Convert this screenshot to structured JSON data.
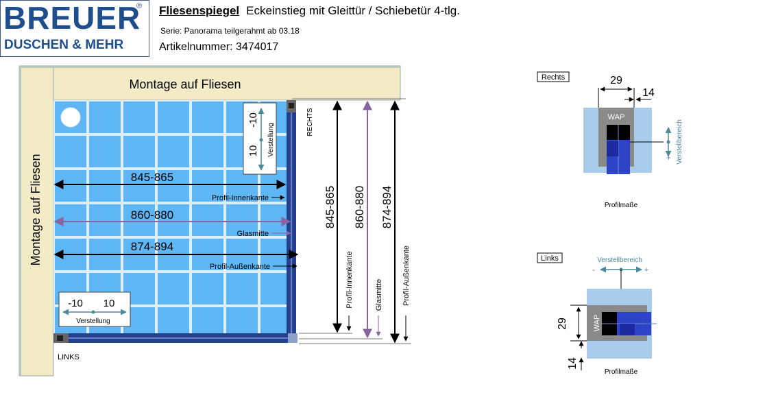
{
  "header": {
    "logo_main": "BREUER",
    "logo_reg": "®",
    "logo_sub": "DUSCHEN & MEHR",
    "title_bold": "Fliesenspiegel",
    "title_rest": "Eckeinstieg mit Gleittür / Schiebetür 4-tlg.",
    "serie": "Serie:  Panorama teilgerahmt ab 03.18",
    "artikel": "Artikelnummer:  3474017"
  },
  "plan": {
    "wall_top_label": "Montage auf Fliesen",
    "wall_left_label": "Montage auf Fliesen",
    "rechts_label": "RECHTS",
    "links_label": "LINKS",
    "verstellung_right": {
      "minus": "-10",
      "plus": "10",
      "label": "Verstellung"
    },
    "verstellung_left": {
      "minus": "-10",
      "plus": "10",
      "label": "Verstellung"
    },
    "horizontal_dims": [
      {
        "value": "845-865",
        "ref": "Profil-Innenkante"
      },
      {
        "value": "860-880",
        "ref": "Glasmitte"
      },
      {
        "value": "874-894",
        "ref": "Profil-Außenkante"
      }
    ],
    "vertical_dims": [
      {
        "value": "845-865",
        "ref": "Profil-Innenkante"
      },
      {
        "value": "860-880",
        "ref": "Glasmitte"
      },
      {
        "value": "874-894",
        "ref": "Profil-Außenkante"
      }
    ]
  },
  "detail_rechts": {
    "tag": "Rechts",
    "dim_a": "29",
    "dim_b": "14",
    "wap": "WAP",
    "range_label": "Verstellbereich",
    "caption": "Profilmaße"
  },
  "detail_links": {
    "tag": "Links",
    "dim_a": "29",
    "dim_b": "14",
    "wap": "WAP",
    "range_label": "Verstellbereich",
    "caption": "Profilmaße"
  },
  "colors": {
    "wall": "#f3ebc6",
    "tile": "#5fb6f4",
    "grout": "#ddeefb",
    "profile": "#243f8f",
    "glass_arrow": "#8a64a0",
    "dim_black": "#000000"
  }
}
